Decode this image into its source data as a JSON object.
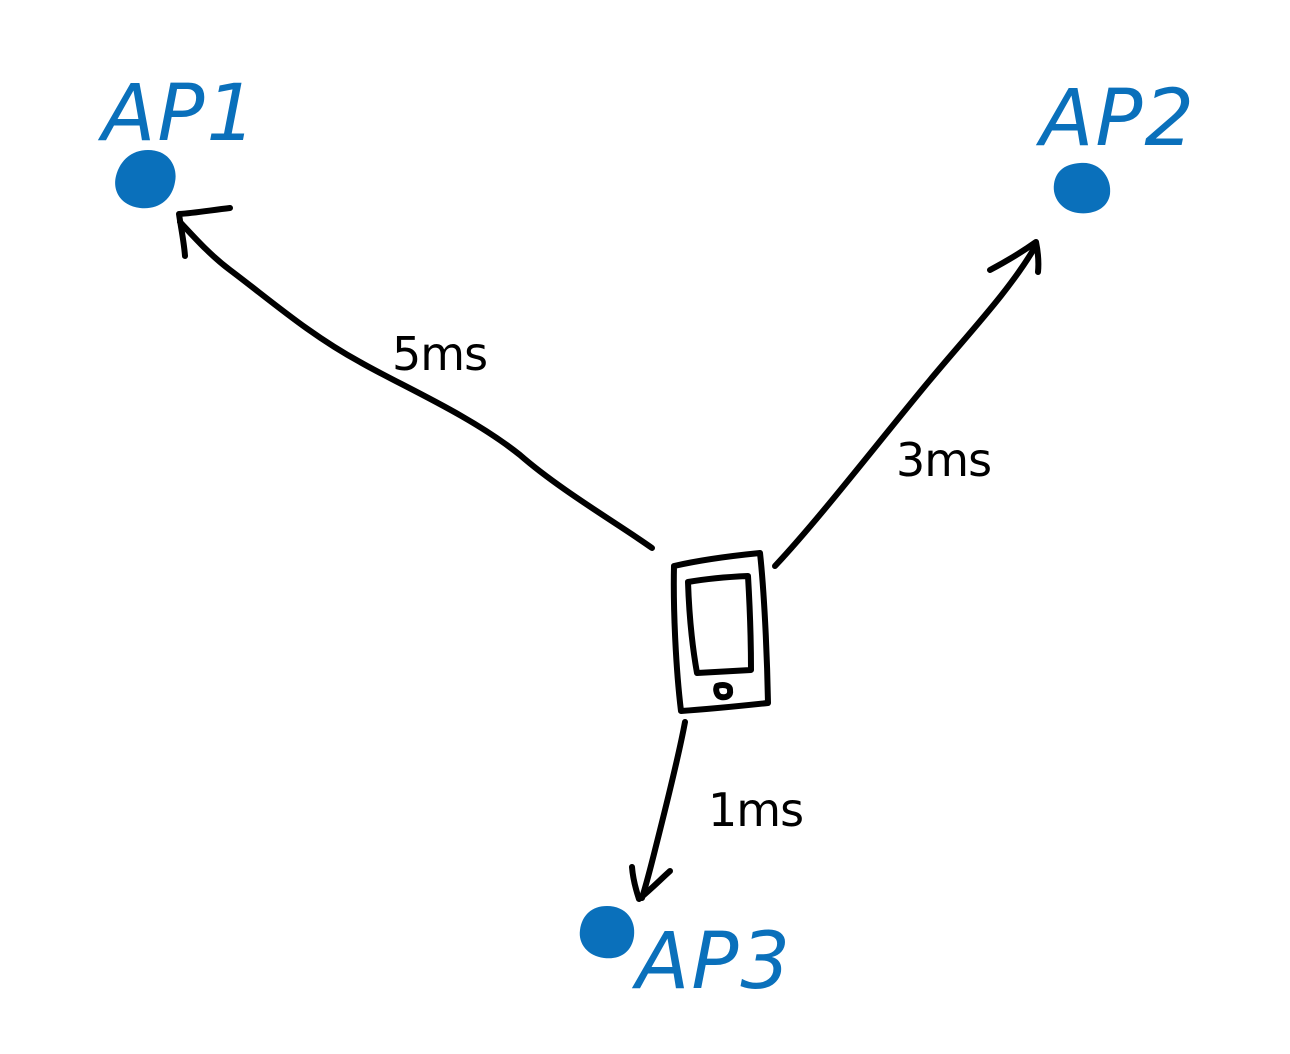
{
  "colors": {
    "access_point": "#0A70BB",
    "ink": "#000000",
    "background": "#FFFFFF"
  },
  "device": {
    "icon": "smartphone-icon"
  },
  "access_points": [
    {
      "label": "AP1",
      "latency": "5ms"
    },
    {
      "label": "AP2",
      "latency": "3ms"
    },
    {
      "label": "AP3",
      "latency": "1ms"
    }
  ]
}
